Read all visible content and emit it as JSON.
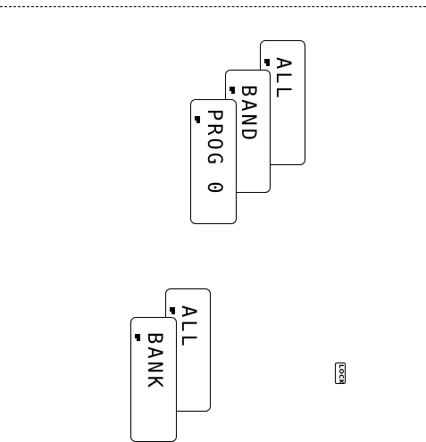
{
  "upper_sequence": {
    "display_1": "ALL",
    "display_2": "BAND",
    "display_3": "PROG 0"
  },
  "lower_sequence": {
    "display_1": "ALL",
    "display_2": "BANK"
  },
  "lock_key": {
    "label": "LOCK"
  }
}
